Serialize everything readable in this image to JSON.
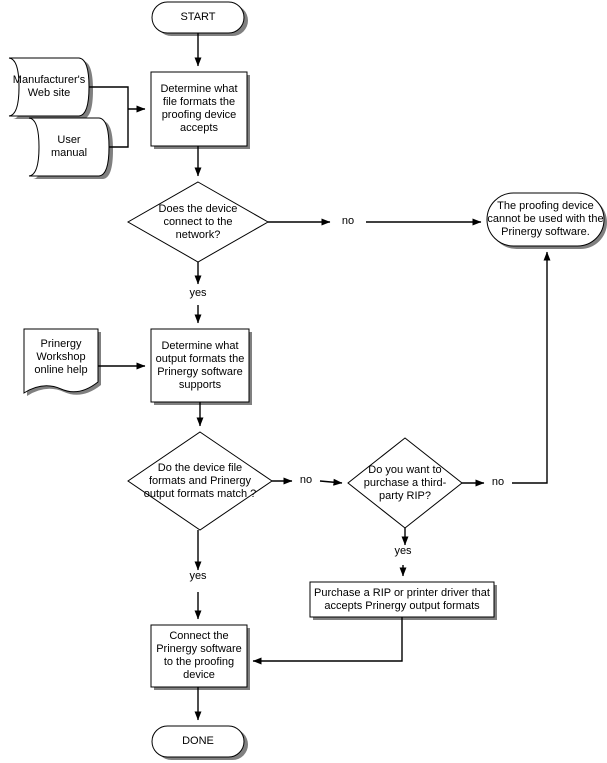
{
  "diagram": {
    "title": "Proofing device setup decision flowchart",
    "type": "flowchart",
    "stroke_color": "#000000",
    "fill_color": "#ffffff",
    "shadow_color": "#808080"
  },
  "nodes": {
    "start": {
      "label": "START",
      "shape": "terminator"
    },
    "manufacturer_web_site": {
      "label": "Manufacturer's\nWeb site",
      "shape": "stored-data"
    },
    "user_manual": {
      "label": "User\nmanual",
      "shape": "stored-data"
    },
    "determine_file_formats": {
      "label": "Determine what\nfile formats the\nproofing device\naccepts",
      "shape": "process"
    },
    "device_network_decision": {
      "label": "Does the device\nconnect to the\nnetwork?",
      "shape": "decision"
    },
    "cannot_be_used": {
      "label": "The proofing device\ncannot be used with the\nPrinergy software.",
      "shape": "terminator"
    },
    "prinergy_workshop_help": {
      "label": "Prinergy\nWorkshop\nonline help",
      "shape": "document"
    },
    "determine_output_formats": {
      "label": "Determine what\noutput formats the\nPrinergy software\nsupports",
      "shape": "process"
    },
    "formats_match_decision": {
      "label": "Do the device file\nformats and Prinergy\noutput formats match ?",
      "shape": "decision"
    },
    "purchase_rip_decision": {
      "label": "Do you want to\npurchase a third-\nparty RIP?",
      "shape": "decision"
    },
    "purchase_rip_action": {
      "label": "Purchase a RIP or printer driver that\naccepts Prinergy output formats",
      "shape": "process"
    },
    "connect_software": {
      "label": "Connect the\nPrinergy software\nto the proofing\ndevice",
      "shape": "process"
    },
    "done": {
      "label": "DONE",
      "shape": "terminator"
    }
  },
  "edge_labels": {
    "network_no": "no",
    "network_yes": "yes",
    "match_no": "no",
    "match_yes": "yes",
    "rip_no": "no",
    "rip_yes": "yes"
  }
}
